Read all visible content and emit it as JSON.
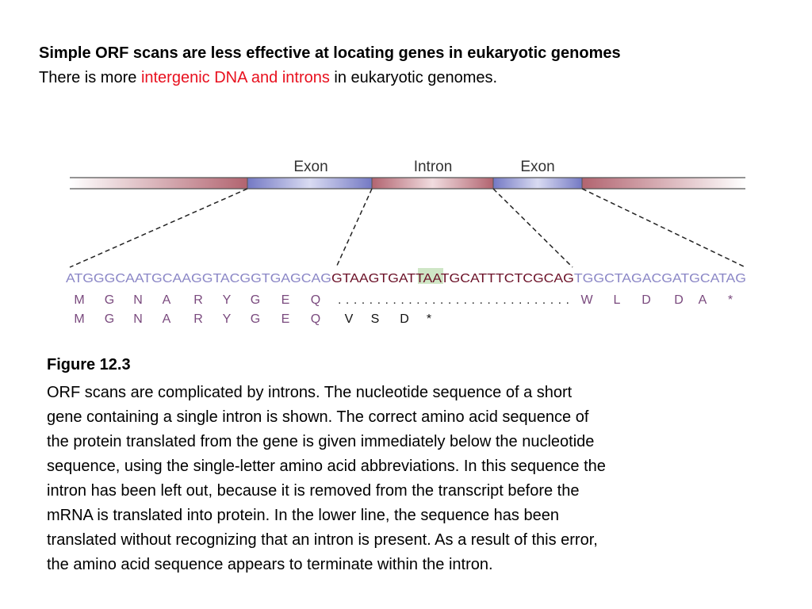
{
  "title": "Simple ORF scans are less effective at locating genes in eukaryotic genomes",
  "subtitle": {
    "before": "There is more ",
    "highlight": "intergenic DNA and introns",
    "after": " in eukaryotic genomes."
  },
  "diagram": {
    "region_labels": [
      "Exon",
      "Intron",
      "Exon"
    ],
    "sequence": {
      "exon1": "ATGGGCAATGCAAGGTACGGTGAGCAG",
      "intron_a": "GTAAGTGAT",
      "intron_stop": "TAA",
      "intron_b": "TGCATTTCTCGCAG",
      "exon2": "TGGCTAGACGATGCATAG"
    },
    "correct_translation": {
      "exon1_aa": [
        "M",
        "G",
        "N",
        "A",
        "R",
        "Y",
        "G",
        "E",
        "Q"
      ],
      "intron_gap": "..............................",
      "exon2_aa": [
        "W",
        "L",
        "D",
        "D",
        "A",
        "*"
      ]
    },
    "naive_translation": {
      "exon1_aa": [
        "M",
        "G",
        "N",
        "A",
        "R",
        "Y",
        "G",
        "E",
        "Q"
      ],
      "intron_aa": [
        "V",
        "S",
        "D",
        "*"
      ]
    },
    "colors": {
      "exon_blue": "#7b7fc8",
      "intron_red": "#b05a66",
      "exon_text": "#8a86c6",
      "intron_text": "#6b1027",
      "aa_text": "#7a4a7e",
      "stop_highlight": "#cfe6c6"
    }
  },
  "figure": {
    "label": "Figure 12.3",
    "caption_lines": [
      "ORF scans are complicated by introns. The nucleotide sequence of a short",
      "gene containing a single intron is shown. The correct amino acid sequence of",
      "the protein translated from the gene is given immediately below the nucleotide",
      "sequence, using the single-letter amino acid abbreviations. In this sequence the",
      "intron has been left out, because it is removed from the transcript before the",
      "mRNA is translated into protein. In the lower line, the sequence has been",
      "translated without recognizing that an intron is present. As a result of this error,",
      "the amino acid sequence appears to terminate within the intron."
    ]
  }
}
